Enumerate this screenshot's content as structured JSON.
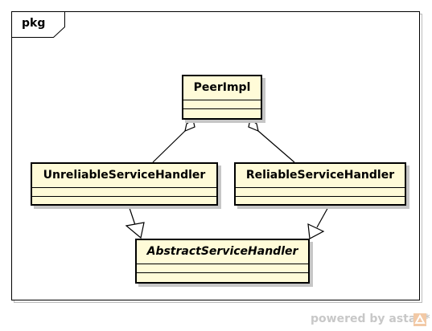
{
  "diagram": {
    "frame_label": "pkg",
    "classes": {
      "peer_impl": {
        "name": "PeerImpl"
      },
      "unreliable_handler": {
        "name": "UnreliableServiceHandler"
      },
      "reliable_handler": {
        "name": "ReliableServiceHandler"
      },
      "abstract_handler": {
        "name": "AbstractServiceHandler",
        "abstract": true
      }
    },
    "relations": [
      {
        "from": "peer_impl",
        "to": "unreliable_handler",
        "type": "aggregation"
      },
      {
        "from": "peer_impl",
        "to": "reliable_handler",
        "type": "aggregation"
      },
      {
        "from": "unreliable_handler",
        "to": "abstract_handler",
        "type": "generalization"
      },
      {
        "from": "reliable_handler",
        "to": "abstract_handler",
        "type": "generalization"
      }
    ]
  },
  "watermark": {
    "text": "powered by astah*"
  },
  "colors": {
    "class_fill": "#fffbd8",
    "shadow": "#c6c6c6",
    "watermark": "#c8c8c8"
  }
}
